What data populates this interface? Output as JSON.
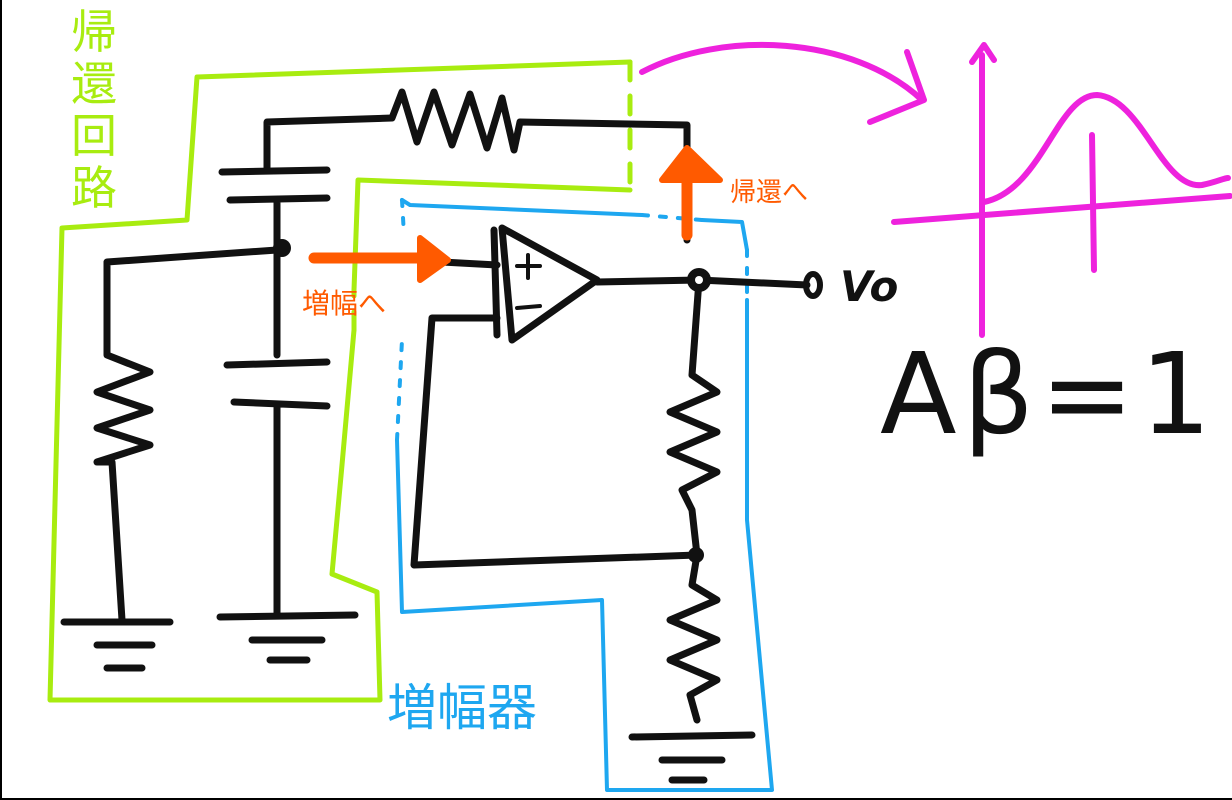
{
  "labels": {
    "feedback_circuit": "帰還回路",
    "to_amplifier": "増幅へ",
    "to_feedback": "帰還へ",
    "amplifier": "増幅器",
    "output": "Vo",
    "condition": "Aβ=1",
    "plus": "+",
    "minus": "-"
  },
  "colors": {
    "feedback": "#a8ec10",
    "amplifier": "#1ea7f0",
    "arrow": "#ff5a00",
    "graph": "#ee22dd",
    "wire": "#111111"
  }
}
